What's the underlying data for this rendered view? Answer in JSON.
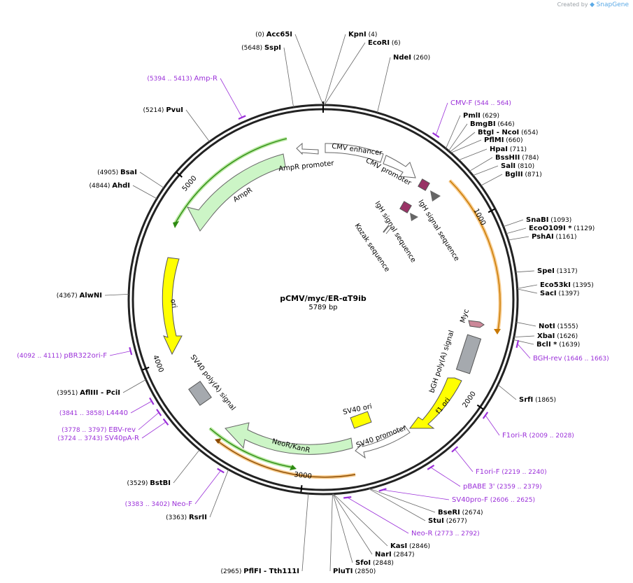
{
  "credit": {
    "prefix": "Created by",
    "brand": "SnapGene"
  },
  "map": {
    "name": "pCMV/myc/ER-αT9ib",
    "length_label": "5789 bp",
    "ticks": [
      {
        "label": "1000",
        "pos": 1000
      },
      {
        "label": "2000",
        "pos": 2000
      },
      {
        "label": "3000",
        "pos": 3000
      },
      {
        "label": "4000",
        "pos": 4000
      },
      {
        "label": "5000",
        "pos": 5000
      }
    ]
  },
  "enzymes": [
    {
      "name": "Acc65I",
      "pos": "(0)",
      "num": 0
    },
    {
      "name": "KpnI",
      "pos": "(4)",
      "num": 4
    },
    {
      "name": "EcoRI",
      "pos": "(6)",
      "num": 6
    },
    {
      "name": "NdeI",
      "pos": "(260)",
      "num": 260
    },
    {
      "name": "PmlI",
      "pos": "(629)",
      "num": 629
    },
    {
      "name": "BmgBI",
      "pos": "(646)",
      "num": 646
    },
    {
      "name": "BtgI",
      "name2": "NcoI",
      "pos": "(654)",
      "num": 654
    },
    {
      "name": "PflMI",
      "pos": "(660)",
      "num": 660
    },
    {
      "name": "HpaI",
      "pos": "(711)",
      "num": 711
    },
    {
      "name": "BssHII",
      "pos": "(784)",
      "num": 784
    },
    {
      "name": "SalI",
      "pos": "(810)",
      "num": 810
    },
    {
      "name": "BglII",
      "pos": "(871)",
      "num": 871
    },
    {
      "name": "SnaBI",
      "pos": "(1093)",
      "num": 1093
    },
    {
      "name": "EcoO109I *",
      "pos": "(1129)",
      "num": 1129
    },
    {
      "name": "PshAI",
      "pos": "(1161)",
      "num": 1161
    },
    {
      "name": "SpeI",
      "pos": "(1317)",
      "num": 1317
    },
    {
      "name": "Eco53kI",
      "pos": "(1395)",
      "num": 1395
    },
    {
      "name": "SacI",
      "pos": "(1397)",
      "num": 1397
    },
    {
      "name": "NotI",
      "pos": "(1555)",
      "num": 1555
    },
    {
      "name": "XbaI",
      "pos": "(1626)",
      "num": 1626
    },
    {
      "name": "BclI *",
      "pos": "(1639)",
      "num": 1639
    },
    {
      "name": "SrfI",
      "pos": "(1865)",
      "num": 1865
    },
    {
      "name": "BseRI",
      "pos": "(2674)",
      "num": 2674
    },
    {
      "name": "StuI",
      "pos": "(2677)",
      "num": 2677
    },
    {
      "name": "KasI",
      "pos": "(2846)",
      "num": 2846
    },
    {
      "name": "NarI",
      "pos": "(2847)",
      "num": 2847
    },
    {
      "name": "SfoI",
      "pos": "(2848)",
      "num": 2848
    },
    {
      "name": "PluTI",
      "pos": "(2850)",
      "num": 2850
    },
    {
      "name": "PflFI",
      "name2": "Tth111I",
      "pos": "(2965)",
      "num": 2965
    },
    {
      "name": "RsrII",
      "pos": "(3363)",
      "num": 3363
    },
    {
      "name": "BstBI",
      "pos": "(3529)",
      "num": 3529
    },
    {
      "name": "AflIII",
      "name2": "PciI",
      "pos": "(3951)",
      "num": 3951
    },
    {
      "name": "AlwNI",
      "pos": "(4367)",
      "num": 4367
    },
    {
      "name": "AhdI",
      "pos": "(4844)",
      "num": 4844
    },
    {
      "name": "BsaI",
      "pos": "(4905)",
      "num": 4905
    },
    {
      "name": "PvuI",
      "pos": "(5214)",
      "num": 5214
    },
    {
      "name": "SspI",
      "pos": "(5648)",
      "num": 5648
    }
  ],
  "primers": [
    {
      "name": "CMV-F",
      "range": "(544 .. 564)",
      "num": 554
    },
    {
      "name": "BGH-rev",
      "range": "(1646 .. 1663)",
      "num": 1654
    },
    {
      "name": "F1ori-R",
      "range": "(2009 .. 2028)",
      "num": 2018
    },
    {
      "name": "F1ori-F",
      "range": "(2219 .. 2240)",
      "num": 2230
    },
    {
      "name": "pBABE 3'",
      "range": "(2359 .. 2379)",
      "num": 2369
    },
    {
      "name": "SV40pro-F",
      "range": "(2606 .. 2625)",
      "num": 2615
    },
    {
      "name": "Neo-R",
      "range": "(2773 .. 2792)",
      "num": 2782
    },
    {
      "name": "Neo-F",
      "range": "(3383 .. 3402)",
      "num": 3392
    },
    {
      "name": "SV40pA-R",
      "range": "(3724 .. 3743)",
      "num": 3733
    },
    {
      "name": "EBV-rev",
      "range": "(3778 .. 3797)",
      "num": 3787
    },
    {
      "name": "L4440",
      "range": "(3841 .. 3858)",
      "num": 3849
    },
    {
      "name": "pBR322ori-F",
      "range": "(4092 .. 4111)",
      "num": 4101
    },
    {
      "name": "Amp-R",
      "range": "(5394 .. 5413)",
      "num": 5403
    }
  ],
  "features": [
    {
      "name": "AmpR promoter",
      "type": "promoter",
      "color": "#ffffff"
    },
    {
      "name": "AmpR",
      "type": "cds",
      "color": "#ccf5c6"
    },
    {
      "name": "CMV enhancer",
      "type": "enhancer",
      "color": "#ffffff"
    },
    {
      "name": "CMV promoter",
      "type": "promoter",
      "color": "#ffffff"
    },
    {
      "name": "IgH signal sequence",
      "type": "signal",
      "color": "#993366"
    },
    {
      "name": "IgH signal sequence",
      "type": "signal",
      "color": "#993366"
    },
    {
      "name": "Kozak sequence",
      "type": "misc",
      "color": "#ffffff"
    },
    {
      "name": "Myc",
      "type": "tag",
      "color": "#cc8899"
    },
    {
      "name": "bGH poly(A) signal",
      "type": "polyA",
      "color": "#a5a9ae"
    },
    {
      "name": "f1 ori",
      "type": "rep_origin",
      "color": "#ffff00"
    },
    {
      "name": "SV40 ori",
      "type": "rep_origin",
      "color": "#ffff00"
    },
    {
      "name": "SV40 promoter",
      "type": "promoter",
      "color": "#ffffff"
    },
    {
      "name": "NeoR/KanR",
      "type": "cds",
      "color": "#ccf5c6"
    },
    {
      "name": "SV40 poly(A) signal",
      "type": "polyA",
      "color": "#a5a9ae"
    },
    {
      "name": "ori",
      "type": "rep_origin",
      "color": "#ffff00"
    }
  ],
  "colors": {
    "backbone": "#222222",
    "orf_orange": "#f0a030",
    "orf_green": "#2e8b12",
    "primer": "#9b30d9",
    "cds": "#ccf5c6",
    "ori": "#ffff00",
    "polyA": "#a5a9ae",
    "signal": "#993366"
  }
}
